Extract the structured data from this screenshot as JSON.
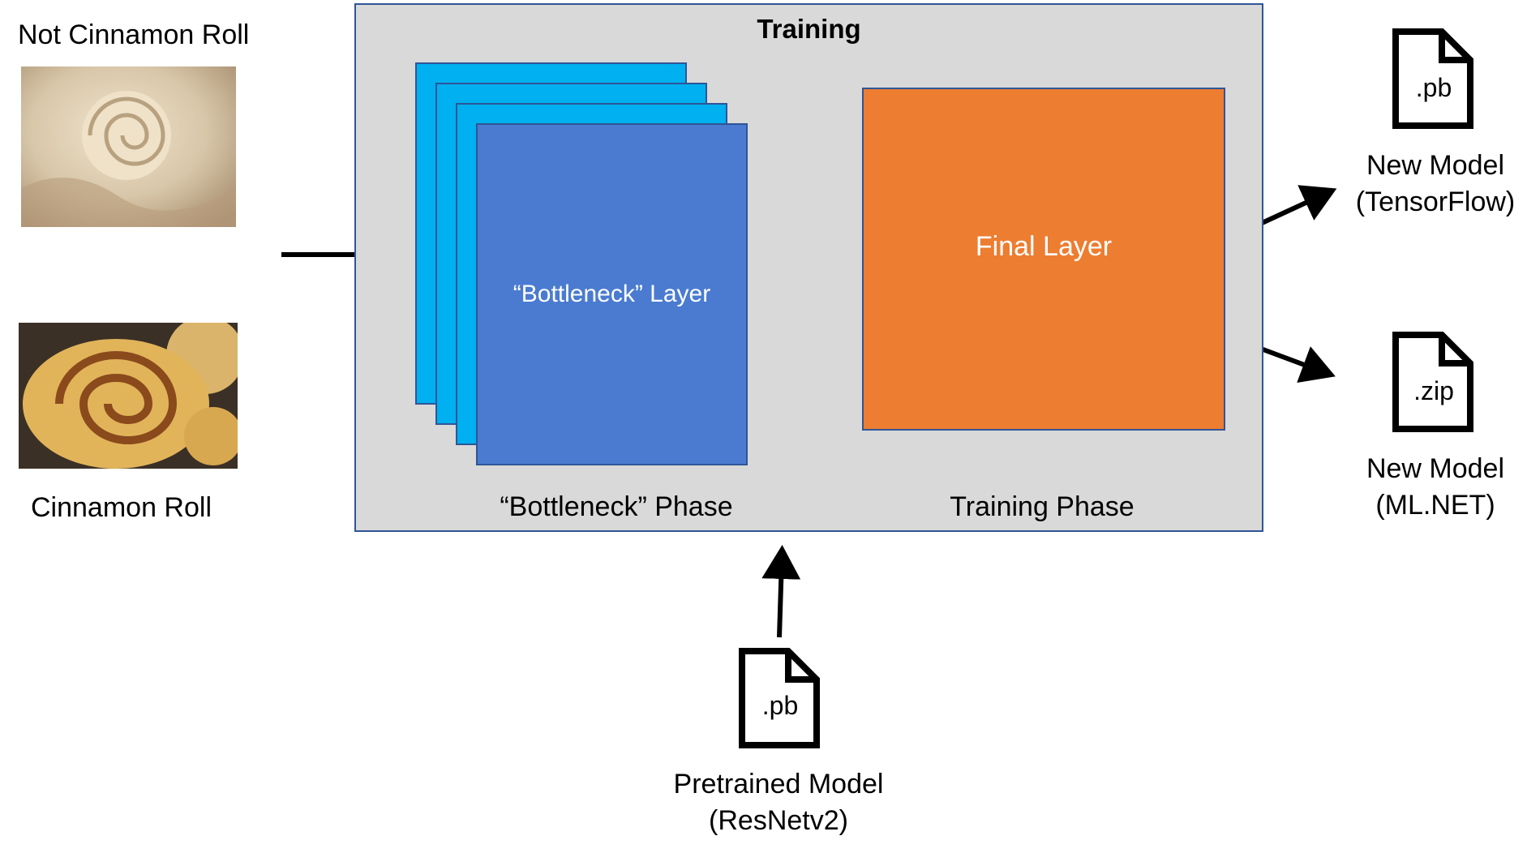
{
  "training": {
    "title": "Training",
    "bottleneck_layer": "“Bottleneck” Layer",
    "final_layer": "Final Layer",
    "bottleneck_phase": "“Bottleneck” Phase",
    "training_phase": "Training Phase"
  },
  "inputs": {
    "not_cinnamon_label": "Not Cinnamon Roll",
    "cinnamon_label": "Cinnamon Roll"
  },
  "pretrained": {
    "ext": ".pb",
    "line1": "Pretrained Model",
    "line2": "(ResNetv2)"
  },
  "outputs": {
    "tensorflow": {
      "ext": ".pb",
      "line1": "New Model",
      "line2": "(TensorFlow)"
    },
    "mlnet": {
      "ext": ".zip",
      "line1": "New Model",
      "line2": "(ML.NET)"
    }
  },
  "colors": {
    "container_bg": "#d9d9d9",
    "container_border": "#2f5597",
    "stack_light": "#00b0f0",
    "stack_dark": "#4a7bd0",
    "final_layer": "#ed7d31"
  }
}
